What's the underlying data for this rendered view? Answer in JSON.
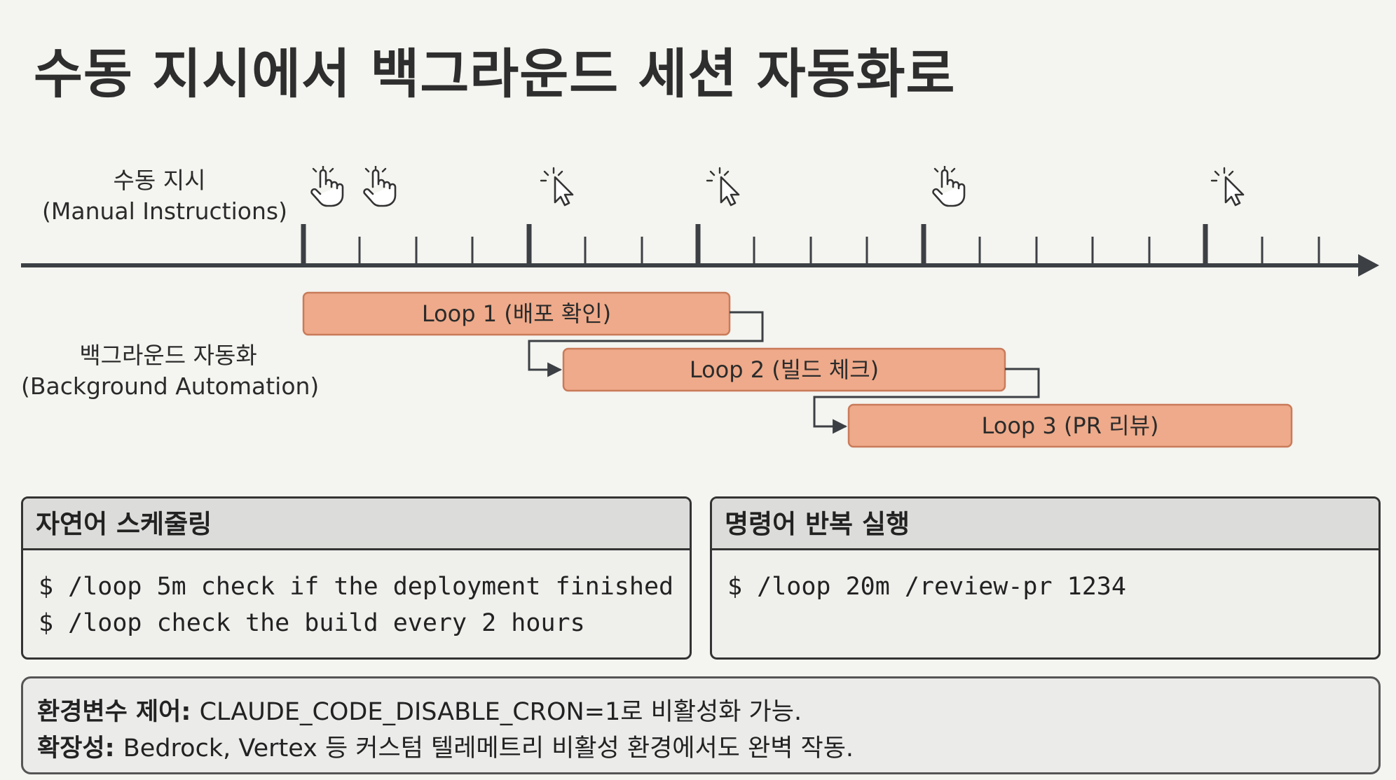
{
  "title": "수동 지시에서 백그라운드 세션 자동화로",
  "lanes": {
    "manual": {
      "line1": "수동 지시",
      "line2": "(Manual Instructions)"
    },
    "background": {
      "line1": "백그라운드 자동화",
      "line2": "(Background Automation)"
    }
  },
  "diagram": {
    "icons": [
      "hand-pointer-icon",
      "hand-pointer-icon",
      "click-cursor-icon",
      "click-cursor-icon",
      "hand-pointer-icon",
      "click-cursor-icon"
    ],
    "loops": [
      {
        "label": "Loop 1 (배포 확인)"
      },
      {
        "label": "Loop 2 (빌드 체크)"
      },
      {
        "label": "Loop 3 (PR 리뷰)"
      }
    ],
    "colors": {
      "loop_fill": "#eeaa8a",
      "loop_border": "#c97b5a",
      "axis": "#3c4044"
    }
  },
  "panels": {
    "natural": {
      "title": "자연어 스케줄링",
      "lines": [
        "$ /loop 5m check if the deployment finished",
        "$ /loop check the build every 2 hours"
      ]
    },
    "command": {
      "title": "명령어 반복 실행",
      "lines": [
        "$ /loop 20m /review-pr 1234"
      ]
    }
  },
  "notes": [
    {
      "key": "환경변수 제어",
      "sep": ": ",
      "text": "CLAUDE_CODE_DISABLE_CRON=1로 비활성화 가능."
    },
    {
      "key": "확장성",
      "sep": ": ",
      "text": "Bedrock, Vertex 등 커스텀 텔레메트리 비활성 환경에서도 완벽 작동."
    }
  ]
}
